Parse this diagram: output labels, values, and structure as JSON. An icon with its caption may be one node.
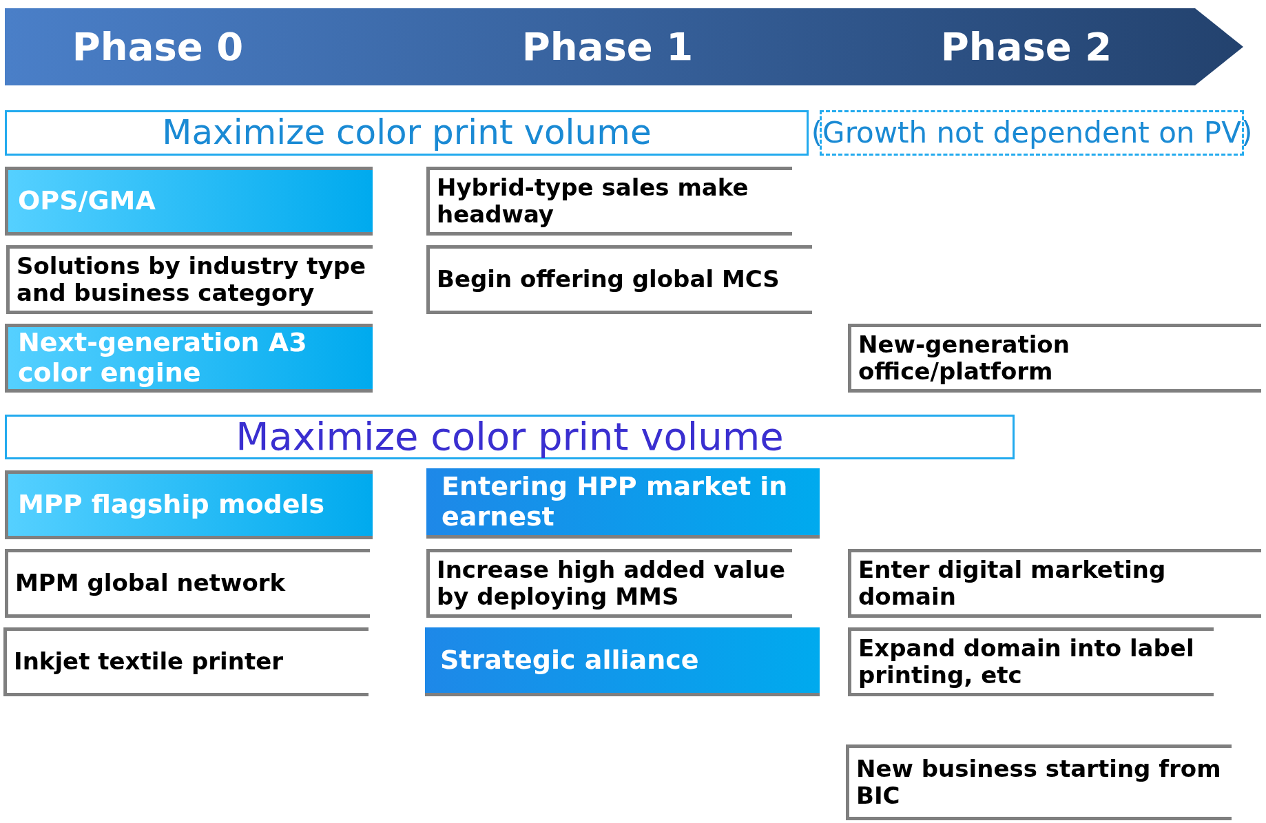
{
  "diagram": {
    "nodes": [
      {
        "text": [
          "Phase 0",
          "Phase 1",
          "Phase 2"
        ]
      },
      {
        "text": [
          "Maximize color print volume"
        ]
      },
      {
        "text": [
          "(Growth not dependent on PV)"
        ]
      },
      {
        "text": [
          "OPS/GMA"
        ]
      },
      {
        "text": [
          "Hybrid-type sales make headway"
        ]
      },
      {
        "text": [
          "Solutions by industry type and business category"
        ]
      },
      {
        "text": [
          "Begin offering global MCS"
        ]
      },
      {
        "text": [
          "Next-generation A3 color engine"
        ]
      },
      {
        "text": [
          "New-generation office/platform"
        ]
      },
      {
        "text": [
          "Maximize color print volume"
        ]
      },
      {
        "text": [
          "MPP flagship models"
        ]
      },
      {
        "text": [
          "Entering HPP market in earnest"
        ]
      },
      {
        "text": [
          "MPM global network"
        ]
      },
      {
        "text": [
          "Increase high added value by deploying MMS"
        ]
      },
      {
        "text": [
          "Enter digital marketing domain"
        ]
      },
      {
        "text": [
          "Inkjet textile printer"
        ]
      },
      {
        "text": [
          "Strategic alliance"
        ]
      },
      {
        "text": [
          "Expand domain into label printing, etc"
        ]
      },
      {
        "text": [
          "New business starting from BIC"
        ]
      }
    ]
  }
}
